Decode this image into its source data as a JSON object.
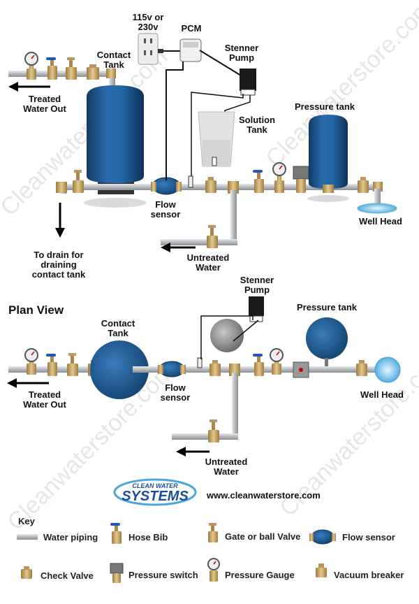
{
  "labels": {
    "power": "115v or\n230v",
    "pcm": "PCM",
    "stenner_top": "Stenner\nPump",
    "contact_tank_top": "Contact\nTank",
    "treated_top": "Treated\nWater Out",
    "solution_tank": "Solution\nTank",
    "pressure_tank_top": "Pressure tank",
    "flow_sensor_top": "Flow\nsensor",
    "well_head_top": "Well Head",
    "drain": "To drain for\ndraining\ncontact tank",
    "untreated_top": "Untreated\nWater",
    "plan_view": "Plan View",
    "stenner_plan": "Stenner\nPump",
    "pressure_tank_plan": "Pressure tank",
    "contact_tank_plan": "Contact\nTank",
    "treated_plan": "Treated\nWater Out",
    "flow_sensor_plan": "Flow\nsensor",
    "well_head_plan": "Well Head",
    "untreated_plan": "Untreated\nWater"
  },
  "brand": {
    "top_text": "CLEAN WATER",
    "main_text": "SYSTEMS",
    "url": "www.cleanwaterstore.com",
    "watermark": "Cleanwaterstore.com"
  },
  "key": {
    "title": "Key",
    "water_piping": "Water piping",
    "hose_bib": "Hose Bib",
    "gate_valve": "Gate or ball Valve",
    "flow_sensor": "Flow sensor",
    "check_valve": "Check Valve",
    "pressure_switch": "Pressure switch",
    "pressure_gauge": "Pressure Gauge",
    "vacuum_breaker": "Vacuum breaker"
  },
  "colors": {
    "tank_blue": "#1f5f9c",
    "brass": "#c8a465",
    "pipe": "#b8bcc0",
    "brand_blue": "#1a4d9b"
  }
}
